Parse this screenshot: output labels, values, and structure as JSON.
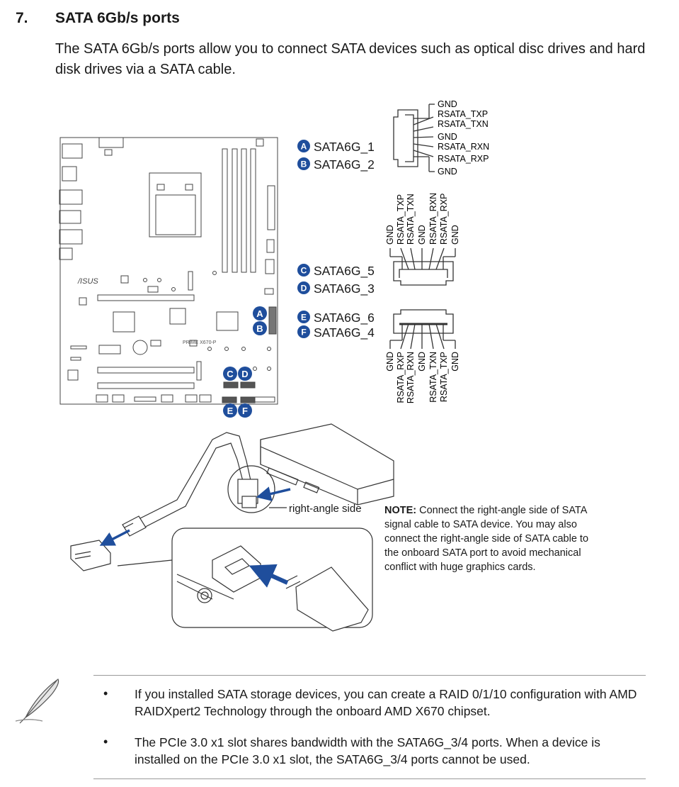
{
  "section": {
    "number": "7.",
    "title": "SATA 6Gb/s ports",
    "intro": "The SATA 6Gb/s ports allow you to connect SATA devices such as optical disc drives and hard disk drives via a SATA cable."
  },
  "board": {
    "brand": "/ISUS",
    "model": "PRIME X670-P",
    "badges": [
      "A",
      "B",
      "C",
      "D",
      "E",
      "F"
    ]
  },
  "port_groups": [
    {
      "badge": "A",
      "name": "SATA6G_1"
    },
    {
      "badge": "B",
      "name": "SATA6G_2"
    },
    {
      "badge": "C",
      "name": "SATA6G_5"
    },
    {
      "badge": "D",
      "name": "SATA6G_3"
    },
    {
      "badge": "E",
      "name": "SATA6G_6"
    },
    {
      "badge": "F",
      "name": "SATA6G_4"
    }
  ],
  "pinouts": {
    "ab": [
      "GND",
      "RSATA_TXP",
      "RSATA_TXN",
      "GND",
      "RSATA_RXN",
      "RSATA_RXP",
      "GND"
    ],
    "cd": [
      "GND",
      "RSATA_TXP",
      "RSATA_TXN",
      "GND",
      "RSATA_RXN",
      "RSATA_RXP",
      "GND"
    ],
    "ef": [
      "GND",
      "RSATA_RXP",
      "RSATA_RXN",
      "GND",
      "RSATA_TXN",
      "RSATA_TXP",
      "GND"
    ]
  },
  "cable": {
    "callout": "right-angle side"
  },
  "note": {
    "label": "NOTE:",
    "text": " Connect the right-angle side of SATA signal cable to SATA device. You may also connect the right-angle side of SATA cable to the onboard SATA port to avoid mechanical conflict with huge graphics cards."
  },
  "tips": {
    "icon": "feather-pen-icon",
    "bullet": "•",
    "items": [
      "If you installed SATA storage devices, you can create a RAID 0/1/10 configuration with AMD RAIDXpert2 Technology through the onboard AMD X670 chipset.",
      "The PCIe 3.0 x1 slot shares bandwidth with the SATA6G_3/4 ports. When a device is installed on the PCIe 3.0 x1 slot, the SATA6G_3/4 ports cannot be used."
    ]
  },
  "colors": {
    "badge_blue": "#1f4e9c",
    "text": "#1a1a1a",
    "line": "#333333",
    "rule": "#9a9a9a"
  }
}
